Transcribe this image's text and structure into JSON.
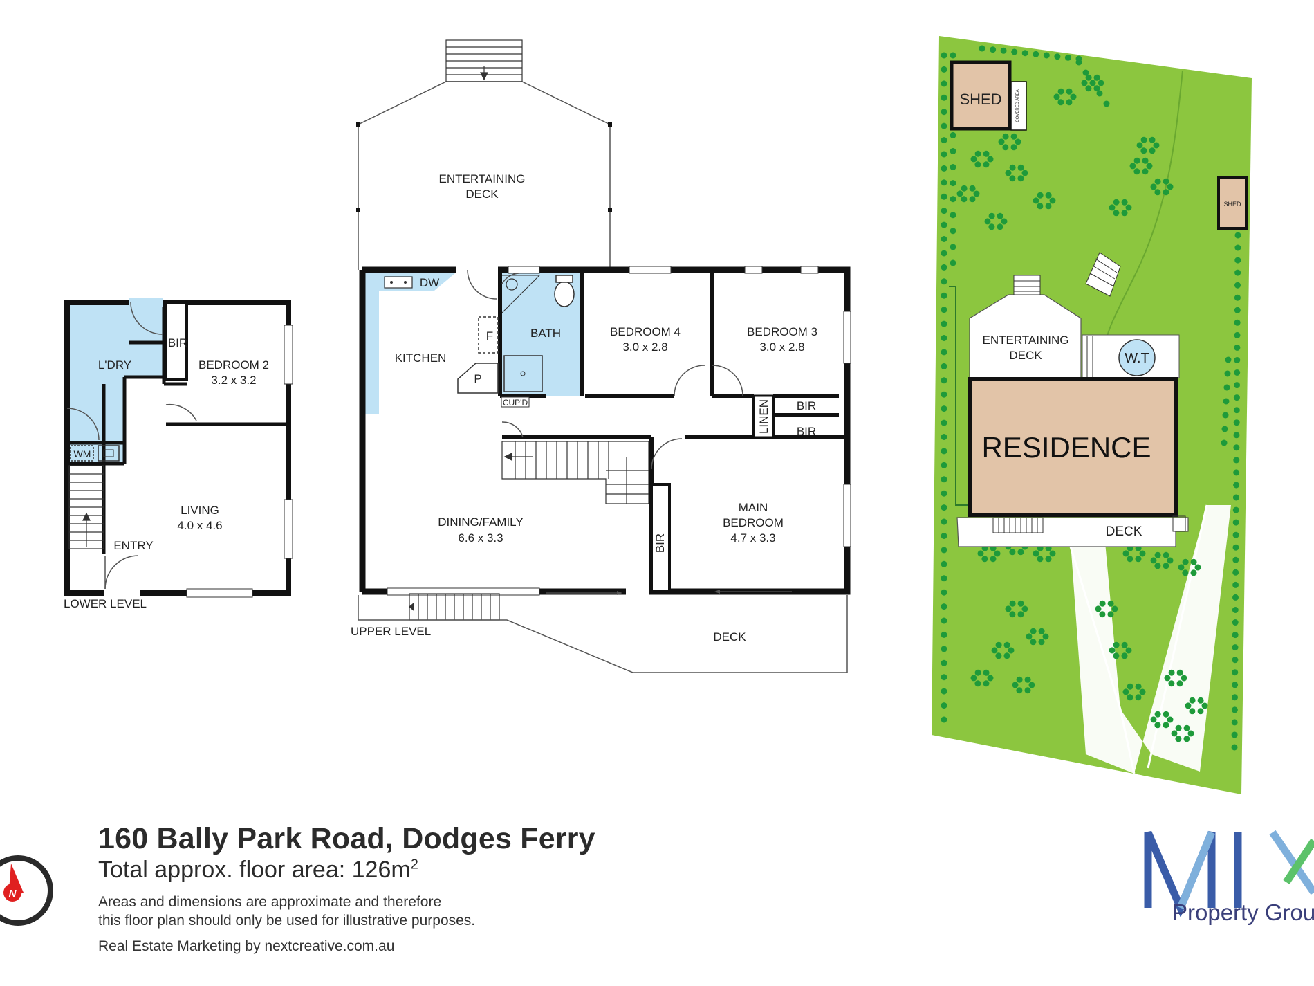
{
  "address": "160 Bally Park Road, Dodges Ferry",
  "area_prefix": "Total approx. floor area: 126m",
  "area_sup": "2",
  "disclaimer_line1": "Areas and dimensions are approximate and therefore",
  "disclaimer_line2": "this floor plan should only be used for illustrative purposes.",
  "credit": "Real Estate Marketing by nextcreative.com.au",
  "compass_letter": "N",
  "brand": {
    "name": "MIX",
    "subtitle": "Property Group"
  },
  "lower_level": {
    "label": "LOWER LEVEL",
    "laundry": "L'DRY",
    "bir": "BIR",
    "bedroom2": "BEDROOM 2",
    "bedroom2_dim": "3.2 x 3.2",
    "living": "LIVING",
    "living_dim": "4.0 x 4.6",
    "entry": "ENTRY",
    "wm": "WM"
  },
  "upper_level": {
    "label": "UPPER LEVEL",
    "entertaining_deck_1": "ENTERTAINING",
    "entertaining_deck_2": "DECK",
    "dw": "DW",
    "kitchen": "KITCHEN",
    "fridge": "F",
    "pantry": "P",
    "bath": "BATH",
    "cupd": "CUP'D",
    "bedroom4": "BEDROOM 4",
    "bedroom4_dim": "3.0 x 2.8",
    "bedroom3": "BEDROOM 3",
    "bedroom3_dim": "3.0 x 2.8",
    "linen": "LINEN",
    "bir1": "BIR",
    "bir2": "BIR",
    "bir3": "BIR",
    "dining": "DINING/FAMILY",
    "dining_dim": "6.6 x 3.3",
    "main_bedroom_1": "MAIN",
    "main_bedroom_2": "BEDROOM",
    "main_bedroom_dim": "4.7 x 3.3",
    "deck": "DECK"
  },
  "site": {
    "shed_large": "SHED",
    "covered_area": "COVERED AREA",
    "shed_small": "SHED",
    "entertaining_deck_1": "ENTERTAINING",
    "entertaining_deck_2": "DECK",
    "wt": "W.T",
    "residence": "RESIDENCE",
    "deck": "DECK"
  },
  "colors": {
    "wet_area": "#bfe2f5",
    "lawn": "#8cc63f",
    "trees": "#1e9a3a",
    "building": "#e2c4a8",
    "wall": "#111111",
    "compass_red": "#e02020",
    "brand_blue": "#3a5ca8",
    "brand_light_blue": "#7fb0dc",
    "brand_green": "#5cc26a"
  }
}
